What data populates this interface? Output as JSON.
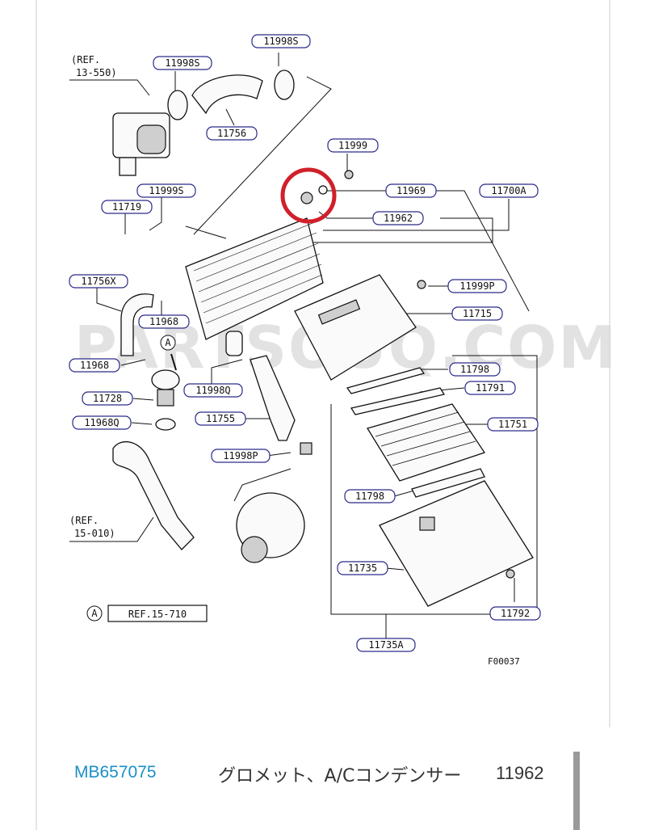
{
  "diagram": {
    "watermark": "PARTSOUQ.COM",
    "figure_code": "F00037",
    "ref_a_label": "A",
    "ref_a_text": "REF.15-710",
    "highlight_color": "#d0202a",
    "callouts": [
      {
        "label": "11998S"
      },
      {
        "label": "11998S"
      },
      {
        "label": "11756"
      },
      {
        "label": "11999"
      },
      {
        "label": "11969"
      },
      {
        "label": "11700A"
      },
      {
        "label": "11962"
      },
      {
        "label": "11999S"
      },
      {
        "label": "11719"
      },
      {
        "label": "11756X"
      },
      {
        "label": "11999P"
      },
      {
        "label": "11715"
      },
      {
        "label": "11968"
      },
      {
        "label": "11968"
      },
      {
        "label": "11798"
      },
      {
        "label": "11998Q"
      },
      {
        "label": "11791"
      },
      {
        "label": "11728"
      },
      {
        "label": "11755"
      },
      {
        "label": "11751"
      },
      {
        "label": "11968Q"
      },
      {
        "label": "11998P"
      },
      {
        "label": "11798"
      },
      {
        "label": "11735"
      },
      {
        "label": "11792"
      },
      {
        "label": "11735A"
      }
    ],
    "refs": [
      {
        "line1": "(REF.",
        "line2": "13-550)"
      },
      {
        "line1": "(REF.",
        "line2": "15-010)"
      }
    ]
  },
  "part_row": {
    "part_number": "MB657075",
    "name": "グロメット、A/Cコンデンサー",
    "ref": "11962"
  }
}
